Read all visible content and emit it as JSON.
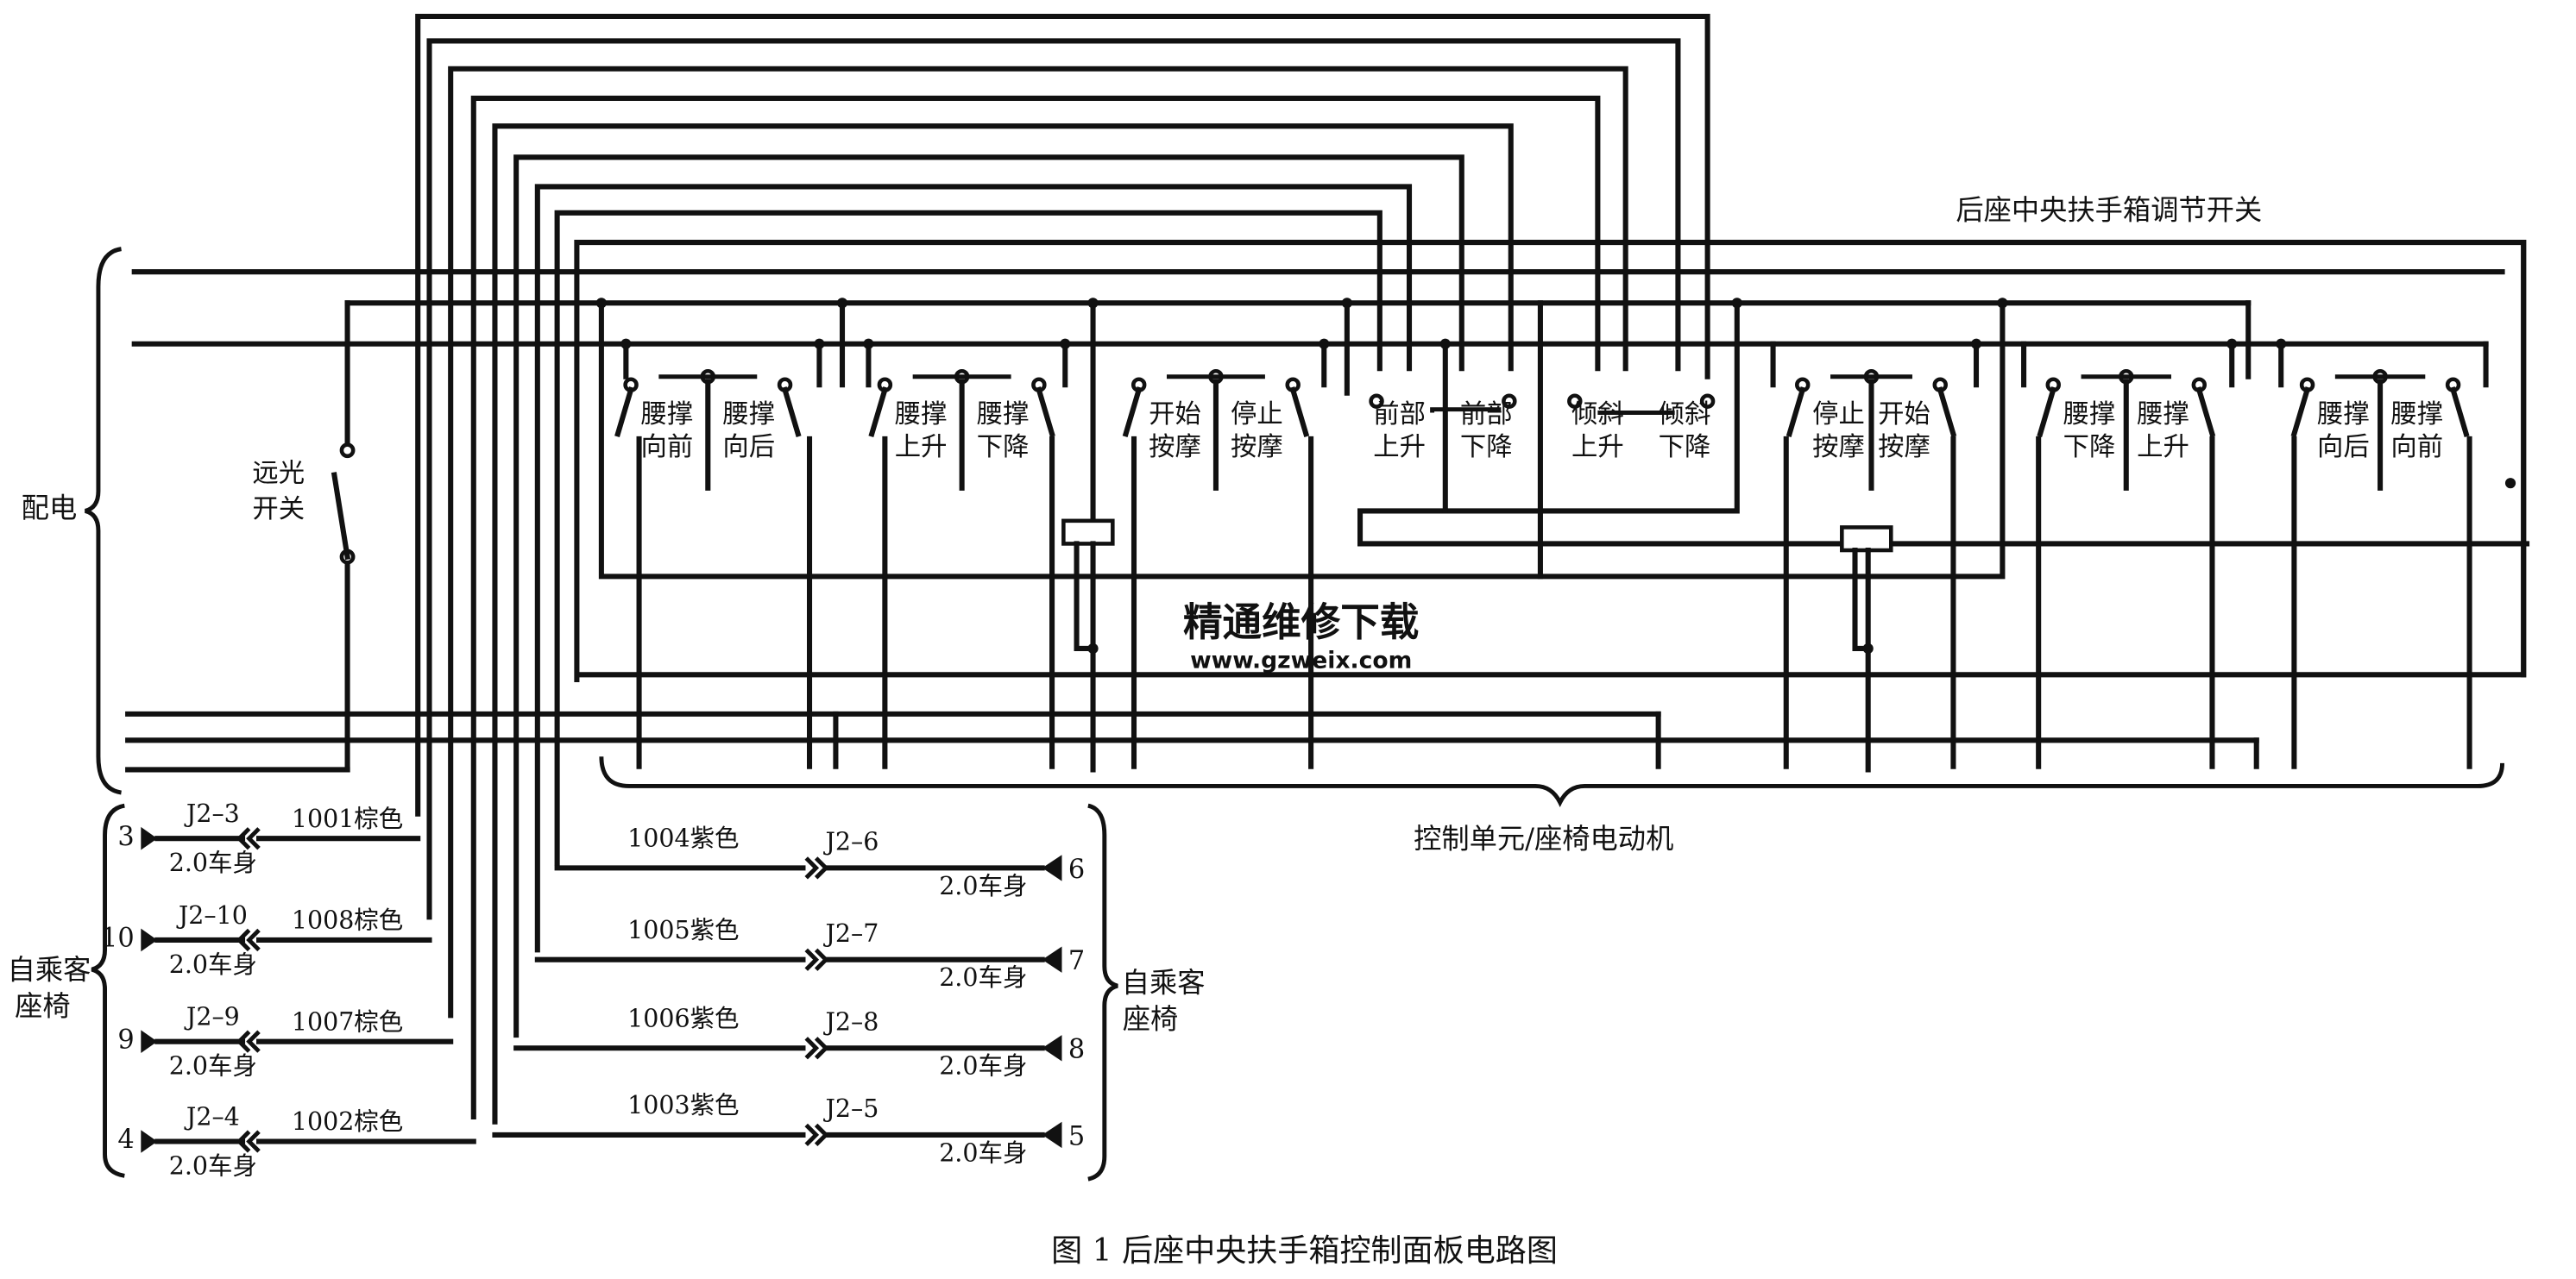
{
  "caption": "图 1  后座中央扶手箱控制面板电路图",
  "header_switch_group": "后座中央扶手箱调节开关",
  "control_unit": "控制单元/座椅电动机",
  "power_label": "配电",
  "high_beam_switch": [
    "远光",
    "开关"
  ],
  "left_passenger_seat": [
    "自乘客",
    "座椅"
  ],
  "right_passenger_seat": [
    "自乘客",
    "座椅"
  ],
  "switch_modules": [
    {
      "id": "m1",
      "labels": [
        [
          "腰撑",
          "向前"
        ],
        [
          "腰撑",
          "向后"
        ]
      ]
    },
    {
      "id": "m2",
      "labels": [
        [
          "腰撑",
          "上升"
        ],
        [
          "腰撑",
          "下降"
        ]
      ]
    },
    {
      "id": "m3",
      "labels": [
        [
          "开始",
          "按摩"
        ],
        [
          "停止",
          "按摩"
        ]
      ]
    },
    {
      "id": "m4",
      "labels": [
        [
          "前部",
          "上升"
        ],
        [
          "前部",
          "下降"
        ],
        [
          "倾斜",
          "上升"
        ],
        [
          "倾斜",
          "下降"
        ]
      ]
    },
    {
      "id": "m5",
      "labels": [
        [
          "停止",
          "按摩"
        ],
        [
          "开始",
          "按摩"
        ]
      ]
    },
    {
      "id": "m6",
      "labels": [
        [
          "腰撑",
          "下降"
        ],
        [
          "腰撑",
          "上升"
        ]
      ]
    },
    {
      "id": "m7",
      "labels": [
        [
          "腰撑",
          "向后"
        ],
        [
          "腰撑",
          "向前"
        ]
      ]
    }
  ],
  "left_connectors": [
    {
      "pin": "3",
      "connector": "J2–3",
      "wire": "1001棕色",
      "ground": "2.0车身"
    },
    {
      "pin": "10",
      "connector": "J2–10",
      "wire": "1008棕色",
      "ground": "2.0车身"
    },
    {
      "pin": "9",
      "connector": "J2–9",
      "wire": "1007棕色",
      "ground": "2.0车身"
    },
    {
      "pin": "4",
      "connector": "J2–4",
      "wire": "1002棕色",
      "ground": "2.0车身"
    }
  ],
  "right_connectors": [
    {
      "pin": "6",
      "connector": "J2–6",
      "wire": "1004紫色",
      "ground": "2.0车身"
    },
    {
      "pin": "7",
      "connector": "J2–7",
      "wire": "1005紫色",
      "ground": "2.0车身"
    },
    {
      "pin": "8",
      "connector": "J2–8",
      "wire": "1006紫色",
      "ground": "2.0车身"
    },
    {
      "pin": "5",
      "connector": "J2–5",
      "wire": "1003紫色",
      "ground": "2.0车身"
    }
  ],
  "watermark": {
    "text": "精通维修下载",
    "url": "www.gzweix.com",
    "color": "#f2a37a"
  }
}
